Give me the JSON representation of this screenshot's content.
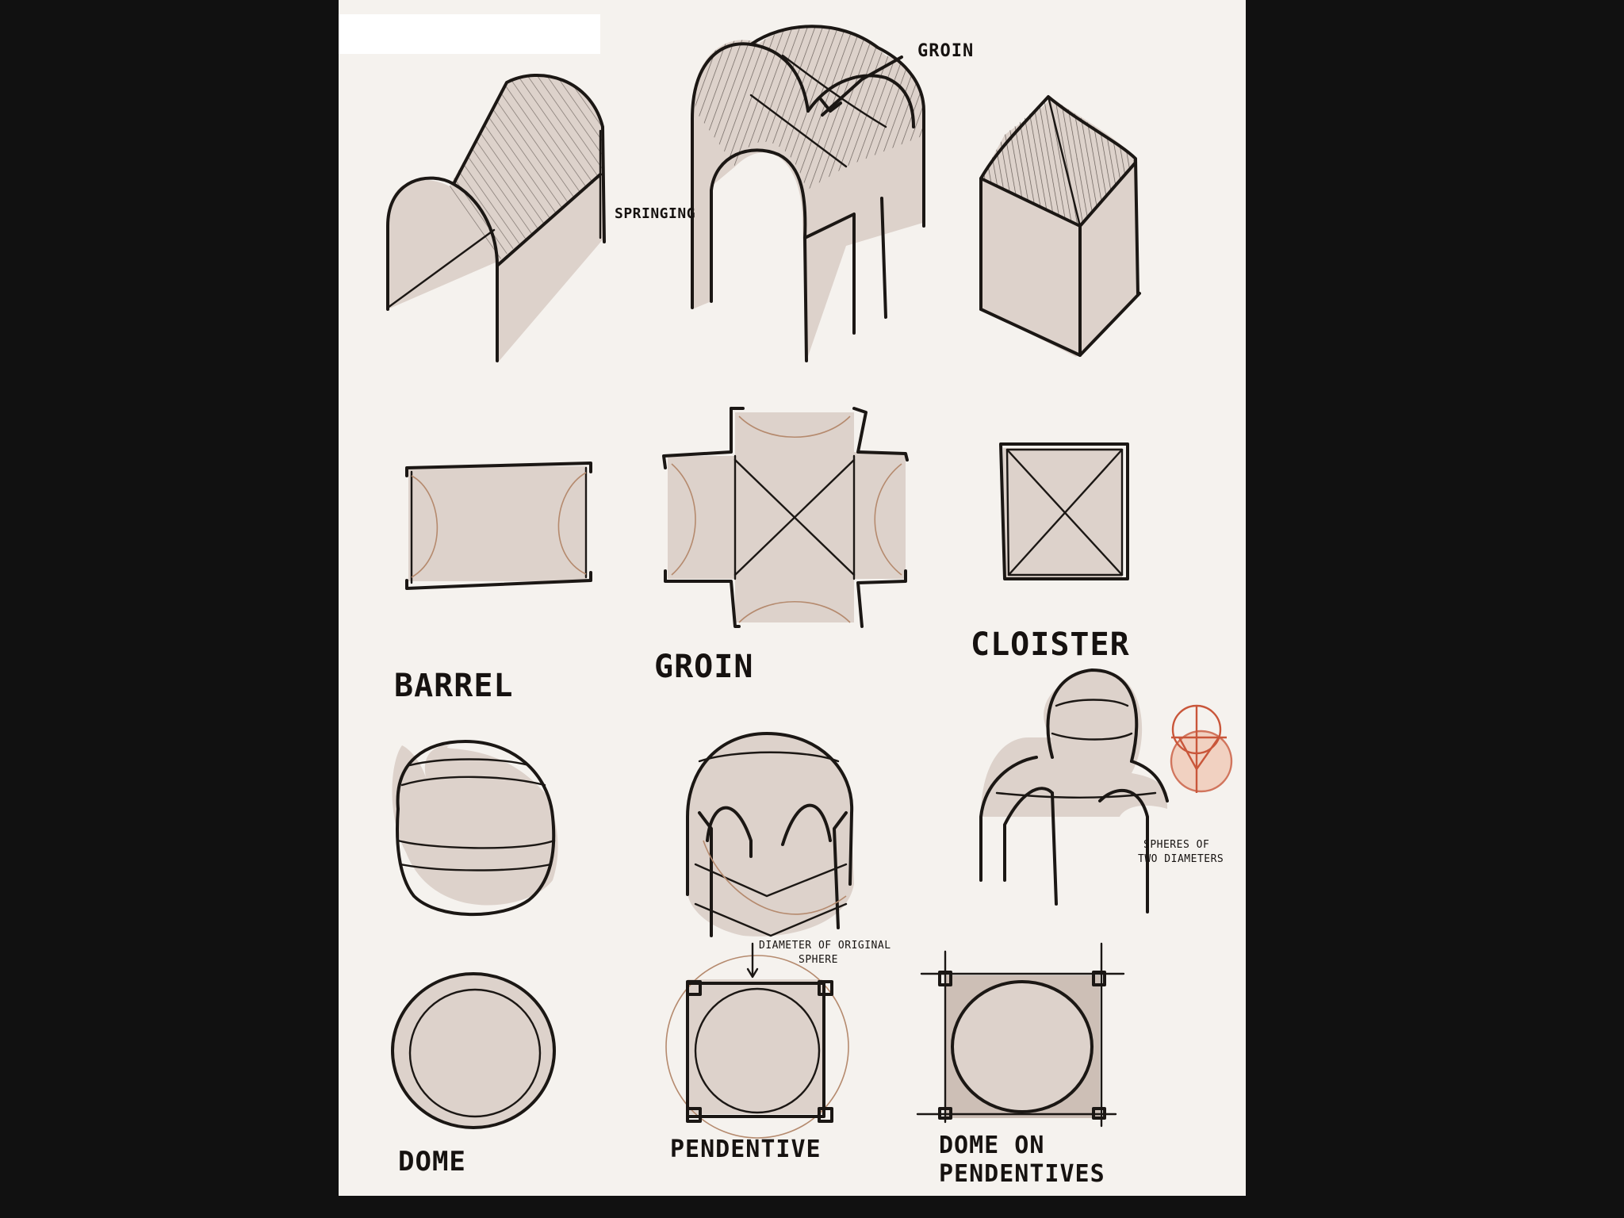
{
  "diagram": {
    "labels": {
      "barrel": "BARREL",
      "groin": "GROIN",
      "cloister": "CLOISTER",
      "dome": "DOME",
      "pendentive": "PENDENTIVE",
      "dome_on_pendentives_line1": "DOME ON",
      "dome_on_pendentives_line2": "PENDENTIVES"
    },
    "annotations": {
      "groin_arrow": "GROIN",
      "springing": "SPRINGING",
      "spheres_line1": "SPHERES OF",
      "spheres_line2": "TWO DIAMETERS",
      "diameter_line1": "DIAMETER OF ORIGINAL",
      "diameter_line2": "SPHERE"
    }
  },
  "colors": {
    "background": "#111111",
    "paper": "#f5f2ee",
    "ink": "#1b1714",
    "tone": "#ddd2cb",
    "accent_red": "#c9563a"
  }
}
